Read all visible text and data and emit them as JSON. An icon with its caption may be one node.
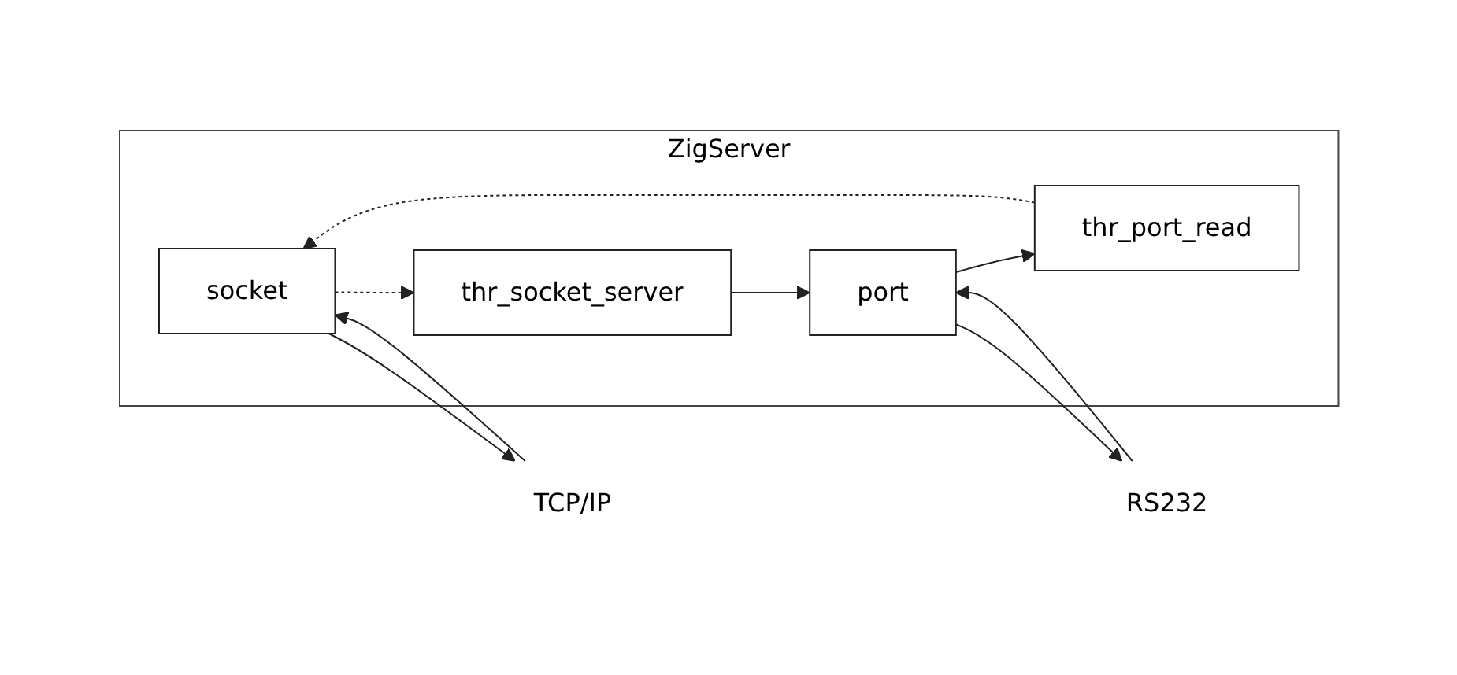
{
  "diagram": {
    "nodes": [
      {
        "text": [
          "ZigServer"
        ]
      },
      {
        "text": [
          "TCP/IP"
        ]
      },
      {
        "text": [
          "socket"
        ],
        "in": 0
      },
      {
        "text": [
          "thr_socket_server"
        ],
        "in": 0
      },
      {
        "text": [
          "thr_port_read"
        ],
        "in": 0
      },
      {
        "text": [
          "port"
        ],
        "in": 0
      },
      {
        "text": [
          "RS232"
        ]
      }
    ],
    "edges": [
      {
        "from": 2,
        "to": 1,
        "arrow": "to"
      },
      {
        "from": 1,
        "to": 2,
        "arrow": "to"
      },
      {
        "from": 2,
        "to": 3,
        "arrow": "to",
        "style": "dashed"
      },
      {
        "from": 3,
        "to": 5,
        "arrow": "to"
      },
      {
        "from": 5,
        "to": 4,
        "arrow": "to"
      },
      {
        "from": 4,
        "to": 2,
        "arrow": "to",
        "style": "dashed"
      },
      {
        "from": 6,
        "to": 5,
        "arrow": "to"
      },
      {
        "from": 5,
        "to": 6,
        "arrow": "to"
      }
    ]
  }
}
